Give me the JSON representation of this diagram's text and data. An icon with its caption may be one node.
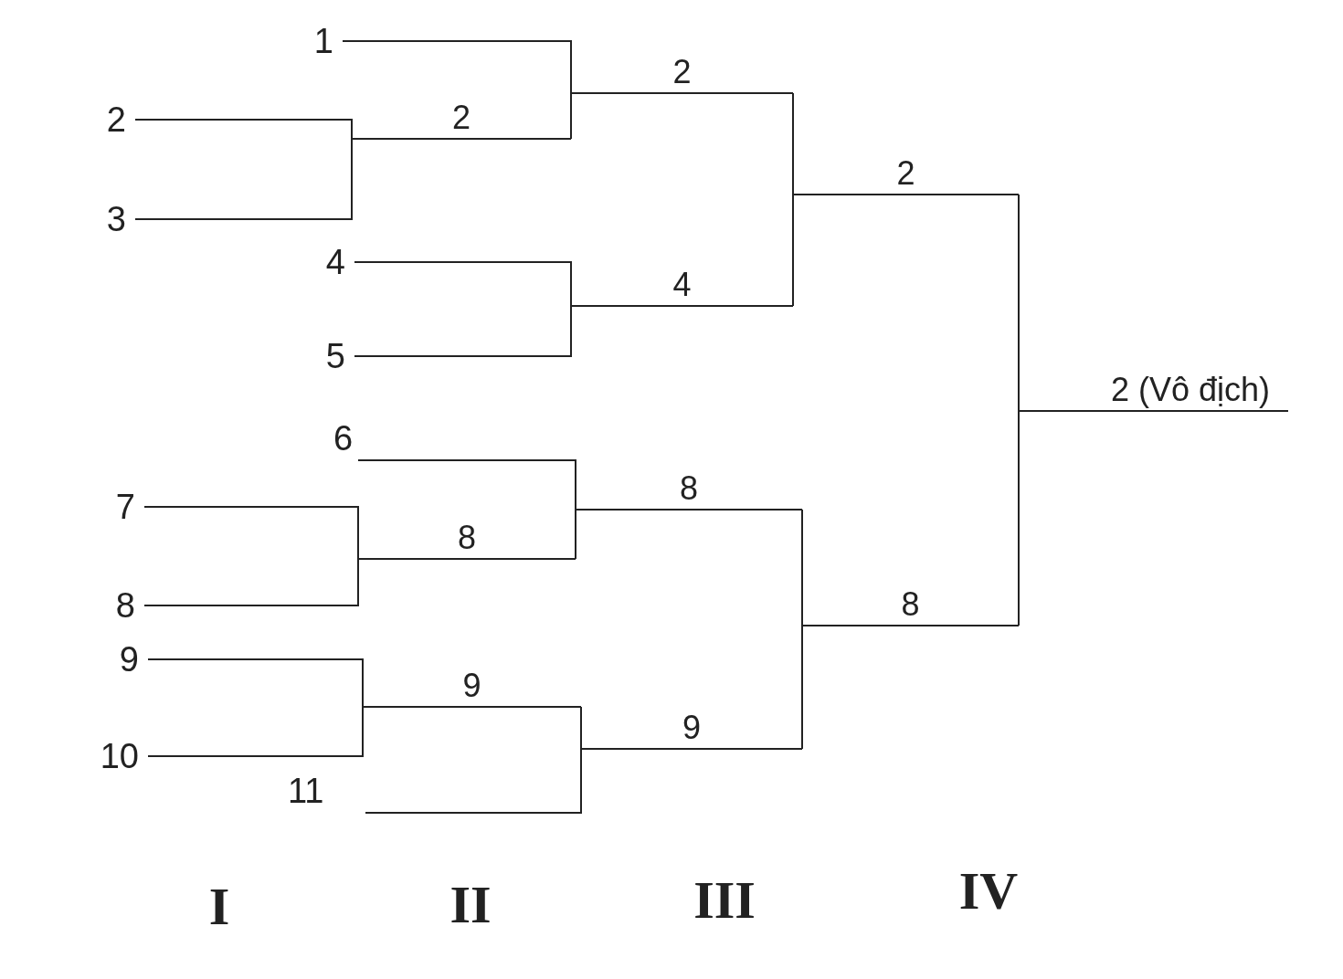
{
  "diagram": {
    "nodes": [
      {
        "text": [
          "1"
        ]
      },
      {
        "text": [
          "2"
        ]
      },
      {
        "text": [
          "3"
        ]
      },
      {
        "text": [
          "4"
        ]
      },
      {
        "text": [
          "5"
        ]
      },
      {
        "text": [
          "6"
        ]
      },
      {
        "text": [
          "7"
        ]
      },
      {
        "text": [
          "8"
        ]
      },
      {
        "text": [
          "9"
        ]
      },
      {
        "text": [
          "10"
        ]
      },
      {
        "text": [
          "11"
        ]
      },
      {
        "text": [
          "2"
        ]
      },
      {
        "text": [
          "2"
        ]
      },
      {
        "text": [
          "4"
        ]
      },
      {
        "text": [
          "2"
        ]
      },
      {
        "text": [
          "8"
        ]
      },
      {
        "text": [
          "8"
        ]
      },
      {
        "text": [
          "9"
        ]
      },
      {
        "text": [
          "9"
        ]
      },
      {
        "text": [
          "8"
        ]
      },
      {
        "text": [
          "2 (Vô địch)"
        ]
      }
    ],
    "edges": [
      {
        "from": 1,
        "to": 11,
        "arrow": "none"
      },
      {
        "from": 2,
        "to": 11,
        "arrow": "none"
      },
      {
        "from": 0,
        "to": 12,
        "arrow": "none"
      },
      {
        "from": 11,
        "to": 12,
        "arrow": "none"
      },
      {
        "from": 3,
        "to": 13,
        "arrow": "none"
      },
      {
        "from": 4,
        "to": 13,
        "arrow": "none"
      },
      {
        "from": 12,
        "to": 14,
        "arrow": "none"
      },
      {
        "from": 13,
        "to": 14,
        "arrow": "none"
      },
      {
        "from": 6,
        "to": 15,
        "arrow": "none"
      },
      {
        "from": 7,
        "to": 15,
        "arrow": "none"
      },
      {
        "from": 5,
        "to": 16,
        "arrow": "none"
      },
      {
        "from": 15,
        "to": 16,
        "arrow": "none"
      },
      {
        "from": 8,
        "to": 17,
        "arrow": "none"
      },
      {
        "from": 9,
        "to": 17,
        "arrow": "none"
      },
      {
        "from": 17,
        "to": 18,
        "arrow": "none"
      },
      {
        "from": 10,
        "to": 18,
        "arrow": "none"
      },
      {
        "from": 16,
        "to": 19,
        "arrow": "none"
      },
      {
        "from": 18,
        "to": 19,
        "arrow": "none"
      },
      {
        "from": 14,
        "to": 20,
        "arrow": "none"
      },
      {
        "from": 19,
        "to": 20,
        "arrow": "none"
      }
    ],
    "labels": [
      "I",
      "II",
      "III",
      "IV"
    ]
  }
}
